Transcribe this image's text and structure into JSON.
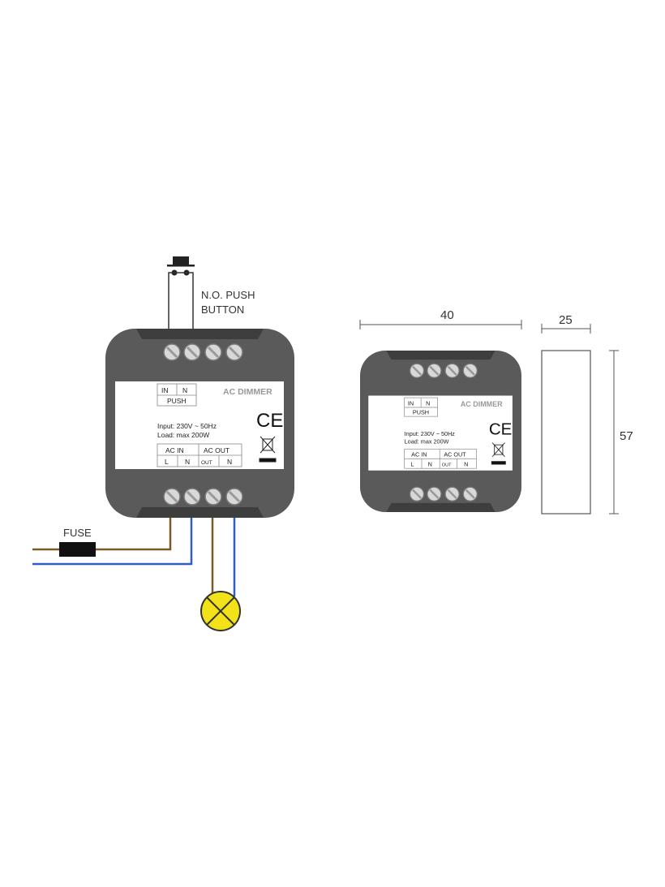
{
  "push_button": {
    "line1": "N.O. PUSH",
    "line2": "BUTTON"
  },
  "fuse_label": "FUSE",
  "module": {
    "title": "AC DIMMER",
    "push_table": {
      "in": "IN",
      "n": "N",
      "push": "PUSH"
    },
    "input_text": "Input: 230V ~ 50Hz",
    "load_text": "Load: max 200W",
    "ce_mark": "CE",
    "terminal_table": {
      "ac_in": "AC IN",
      "ac_out": "AC OUT",
      "l": "L",
      "n_in": "N",
      "out": "OUT",
      "n_out": "N"
    }
  },
  "dimensions": {
    "width": "40",
    "depth": "25",
    "height": "57"
  },
  "colors": {
    "body": "#5a5a5a",
    "band": "#3e3e3e",
    "live_wire": "#7a5a2a",
    "neutral_wire": "#2f5fbf",
    "lamp": "#f2e21a"
  }
}
